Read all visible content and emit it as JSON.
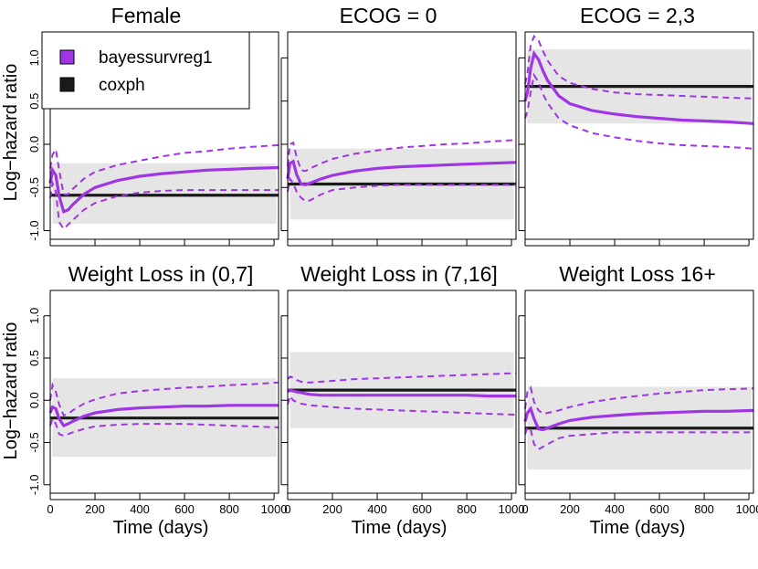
{
  "colors": {
    "bayes": "#a035e4",
    "cox": "#1a1a1a",
    "band": "#e5e5e5",
    "frame": "#000000"
  },
  "labels": {
    "ylabel": "Log−hazard ratio",
    "xlabel": "Time (days)"
  },
  "legend": {
    "position": "top-left of first panel",
    "entries": [
      "bayessurvreg1",
      "coxph"
    ]
  },
  "chart_data": [
    {
      "type": "line",
      "title": "Female",
      "xlim": [
        0,
        1020
      ],
      "ylim": [
        -1.1,
        1.3
      ],
      "xticks": [
        0,
        200,
        400,
        600,
        800,
        1000
      ],
      "yticks": [
        -1.0,
        -0.5,
        0.0,
        0.5,
        1.0
      ],
      "show_x_labels": false,
      "show_y_labels": true,
      "coxph": {
        "estimate": -0.59,
        "ci": [
          -0.92,
          -0.22
        ]
      },
      "bayessurvreg1": {
        "x": [
          0,
          10,
          25,
          40,
          60,
          80,
          100,
          150,
          200,
          300,
          400,
          500,
          600,
          700,
          800,
          900,
          1020
        ],
        "mean": [
          -0.45,
          -0.3,
          -0.36,
          -0.6,
          -0.78,
          -0.76,
          -0.7,
          -0.58,
          -0.5,
          -0.42,
          -0.37,
          -0.34,
          -0.32,
          -0.3,
          -0.29,
          -0.28,
          -0.27
        ],
        "lower": [
          -0.62,
          -0.45,
          -0.55,
          -0.9,
          -0.98,
          -0.93,
          -0.88,
          -0.76,
          -0.68,
          -0.6,
          -0.56,
          -0.54,
          -0.53,
          -0.53,
          -0.53,
          -0.53,
          -0.53
        ],
        "upper": [
          -0.28,
          -0.12,
          -0.06,
          -0.3,
          -0.58,
          -0.58,
          -0.52,
          -0.4,
          -0.32,
          -0.24,
          -0.19,
          -0.14,
          -0.1,
          -0.08,
          -0.05,
          -0.03,
          -0.01
        ]
      }
    },
    {
      "type": "line",
      "title": "ECOG = 0",
      "xlim": [
        0,
        1020
      ],
      "ylim": [
        -1.1,
        1.3
      ],
      "xticks": [
        0,
        200,
        400,
        600,
        800,
        1000
      ],
      "yticks": [
        -1.0,
        -0.5,
        0.0,
        0.5,
        1.0
      ],
      "show_x_labels": false,
      "show_y_labels": false,
      "coxph": {
        "estimate": -0.46,
        "ci": [
          -0.87,
          -0.05
        ]
      },
      "bayessurvreg1": {
        "x": [
          0,
          10,
          25,
          40,
          60,
          80,
          100,
          150,
          200,
          300,
          400,
          500,
          600,
          700,
          800,
          900,
          1020
        ],
        "mean": [
          -0.4,
          -0.22,
          -0.2,
          -0.35,
          -0.46,
          -0.47,
          -0.45,
          -0.4,
          -0.36,
          -0.31,
          -0.28,
          -0.26,
          -0.25,
          -0.24,
          -0.23,
          -0.22,
          -0.21
        ],
        "lower": [
          -0.55,
          -0.4,
          -0.45,
          -0.55,
          -0.62,
          -0.66,
          -0.65,
          -0.58,
          -0.53,
          -0.5,
          -0.48,
          -0.47,
          -0.47,
          -0.47,
          -0.47,
          -0.47,
          -0.47
        ],
        "upper": [
          -0.25,
          0.0,
          0.02,
          -0.15,
          -0.3,
          -0.31,
          -0.28,
          -0.22,
          -0.17,
          -0.11,
          -0.07,
          -0.04,
          -0.02,
          0.0,
          0.01,
          0.03,
          0.05
        ]
      }
    },
    {
      "type": "line",
      "title": "ECOG = 2,3",
      "xlim": [
        0,
        1020
      ],
      "ylim": [
        -1.1,
        1.3
      ],
      "xticks": [
        0,
        200,
        400,
        600,
        800,
        1000
      ],
      "yticks": [
        -1.0,
        -0.5,
        0.0,
        0.5,
        1.0
      ],
      "show_x_labels": false,
      "show_y_labels": false,
      "coxph": {
        "estimate": 0.67,
        "ci": [
          0.24,
          1.1
        ]
      },
      "bayessurvreg1": {
        "x": [
          0,
          10,
          25,
          40,
          60,
          80,
          100,
          150,
          200,
          300,
          400,
          500,
          600,
          700,
          800,
          900,
          1020
        ],
        "mean": [
          0.5,
          0.6,
          0.88,
          1.05,
          0.98,
          0.85,
          0.74,
          0.56,
          0.47,
          0.39,
          0.35,
          0.32,
          0.3,
          0.28,
          0.27,
          0.26,
          0.24
        ],
        "lower": [
          0.3,
          0.38,
          0.6,
          0.8,
          0.72,
          0.58,
          0.48,
          0.3,
          0.22,
          0.13,
          0.08,
          0.04,
          0.01,
          -0.01,
          -0.02,
          -0.03,
          -0.05
        ],
        "upper": [
          0.7,
          0.82,
          1.15,
          1.25,
          1.2,
          1.08,
          0.97,
          0.79,
          0.71,
          0.64,
          0.6,
          0.58,
          0.57,
          0.56,
          0.55,
          0.54,
          0.53
        ]
      }
    },
    {
      "type": "line",
      "title": "Weight Loss in (0,7]",
      "xlim": [
        0,
        1020
      ],
      "ylim": [
        -1.1,
        1.3
      ],
      "xticks": [
        0,
        200,
        400,
        600,
        800,
        1000
      ],
      "yticks": [
        -1.0,
        -0.5,
        0.0,
        0.5,
        1.0
      ],
      "show_x_labels": true,
      "show_y_labels": true,
      "coxph": {
        "estimate": -0.21,
        "ci": [
          -0.67,
          0.26
        ]
      },
      "bayessurvreg1": {
        "x": [
          0,
          10,
          25,
          40,
          60,
          80,
          100,
          150,
          200,
          300,
          400,
          500,
          600,
          700,
          800,
          900,
          1020
        ],
        "mean": [
          -0.15,
          -0.08,
          -0.1,
          -0.22,
          -0.3,
          -0.28,
          -0.25,
          -0.19,
          -0.15,
          -0.11,
          -0.09,
          -0.08,
          -0.07,
          -0.07,
          -0.06,
          -0.06,
          -0.06
        ],
        "lower": [
          -0.3,
          -0.22,
          -0.28,
          -0.4,
          -0.42,
          -0.4,
          -0.38,
          -0.34,
          -0.31,
          -0.29,
          -0.28,
          -0.28,
          -0.28,
          -0.29,
          -0.3,
          -0.31,
          -0.32
        ],
        "upper": [
          0.0,
          0.18,
          0.1,
          -0.05,
          -0.18,
          -0.16,
          -0.12,
          -0.04,
          0.01,
          0.08,
          0.11,
          0.13,
          0.15,
          0.16,
          0.18,
          0.19,
          0.21
        ]
      }
    },
    {
      "type": "line",
      "title": "Weight Loss in (7,16]",
      "xlim": [
        0,
        1020
      ],
      "ylim": [
        -1.1,
        1.3
      ],
      "xticks": [
        0,
        200,
        400,
        600,
        800,
        1000
      ],
      "yticks": [
        -1.0,
        -0.5,
        0.0,
        0.5,
        1.0
      ],
      "show_x_labels": true,
      "show_y_labels": false,
      "coxph": {
        "estimate": 0.12,
        "ci": [
          -0.33,
          0.57
        ]
      },
      "bayessurvreg1": {
        "x": [
          0,
          10,
          25,
          40,
          60,
          80,
          100,
          150,
          200,
          300,
          400,
          500,
          600,
          700,
          800,
          900,
          1020
        ],
        "mean": [
          0.1,
          0.12,
          0.11,
          0.1,
          0.09,
          0.08,
          0.07,
          0.06,
          0.06,
          0.06,
          0.06,
          0.06,
          0.06,
          0.06,
          0.06,
          0.05,
          0.05
        ],
        "lower": [
          -0.05,
          0.05,
          0.0,
          -0.02,
          -0.04,
          -0.05,
          -0.06,
          -0.07,
          -0.08,
          -0.1,
          -0.11,
          -0.12,
          -0.13,
          -0.14,
          -0.15,
          -0.16,
          -0.17
        ],
        "upper": [
          0.25,
          0.28,
          0.27,
          0.24,
          0.22,
          0.21,
          0.21,
          0.22,
          0.23,
          0.25,
          0.26,
          0.27,
          0.28,
          0.29,
          0.3,
          0.31,
          0.32
        ]
      }
    },
    {
      "type": "line",
      "title": "Weight Loss 16+",
      "xlim": [
        0,
        1020
      ],
      "ylim": [
        -1.1,
        1.3
      ],
      "xticks": [
        0,
        200,
        400,
        600,
        800,
        1000
      ],
      "yticks": [
        -1.0,
        -0.5,
        0.0,
        0.5,
        1.0
      ],
      "show_x_labels": true,
      "show_y_labels": false,
      "coxph": {
        "estimate": -0.33,
        "ci": [
          -0.82,
          0.16
        ]
      },
      "bayessurvreg1": {
        "x": [
          0,
          10,
          25,
          40,
          60,
          80,
          100,
          150,
          200,
          300,
          400,
          500,
          600,
          700,
          800,
          900,
          1020
        ],
        "mean": [
          -0.25,
          -0.15,
          -0.1,
          -0.22,
          -0.34,
          -0.35,
          -0.33,
          -0.28,
          -0.24,
          -0.2,
          -0.18,
          -0.16,
          -0.15,
          -0.14,
          -0.13,
          -0.13,
          -0.12
        ],
        "lower": [
          -0.4,
          -0.32,
          -0.35,
          -0.52,
          -0.58,
          -0.55,
          -0.52,
          -0.45,
          -0.42,
          -0.4,
          -0.38,
          -0.38,
          -0.38,
          -0.38,
          -0.38,
          -0.38,
          -0.38
        ],
        "upper": [
          -0.1,
          0.1,
          0.15,
          -0.02,
          -0.12,
          -0.16,
          -0.15,
          -0.12,
          -0.08,
          -0.02,
          0.02,
          0.05,
          0.08,
          0.1,
          0.12,
          0.13,
          0.14
        ]
      }
    }
  ]
}
